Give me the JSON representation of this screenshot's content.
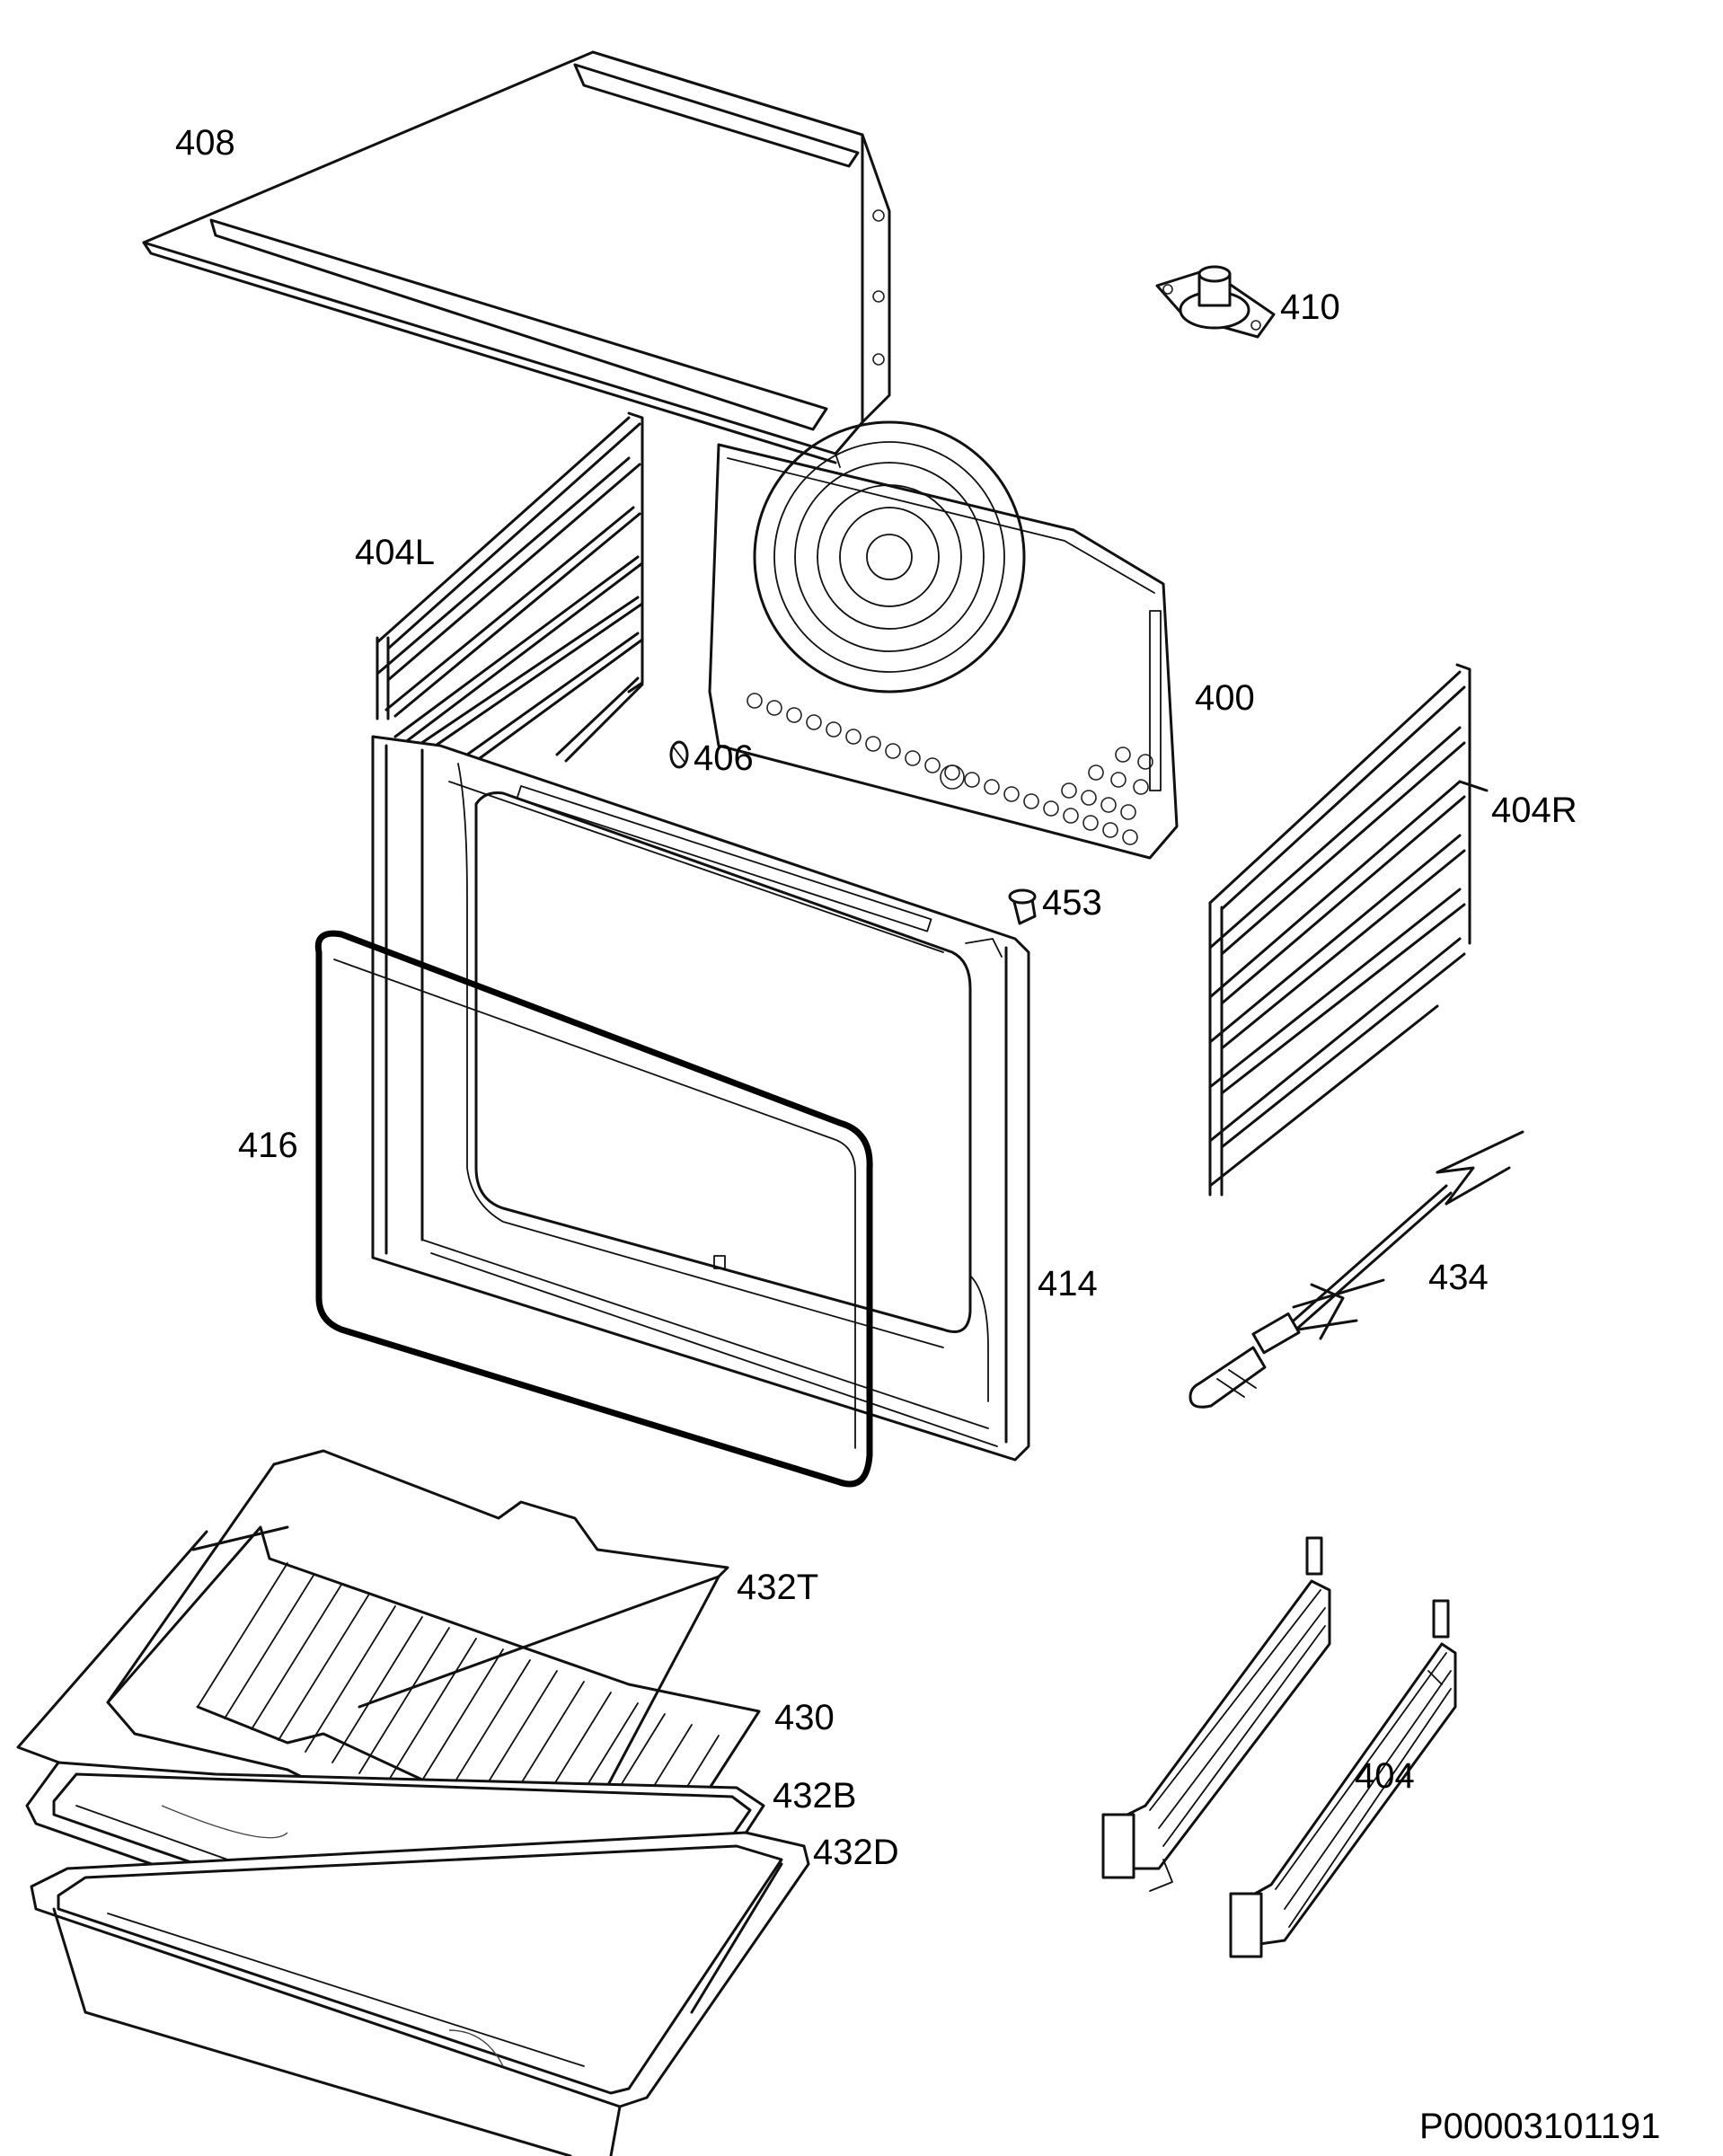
{
  "parts": {
    "p408": "408",
    "p410": "410",
    "p404L": "404L",
    "p400": "400",
    "p406": "406",
    "p404R": "404R",
    "p453": "453",
    "p416": "416",
    "p414": "414",
    "p434": "434",
    "p432T": "432T",
    "p430": "430",
    "p432B": "432B",
    "p432D": "432D",
    "p404": "404"
  },
  "reference_code": "P00003101191"
}
